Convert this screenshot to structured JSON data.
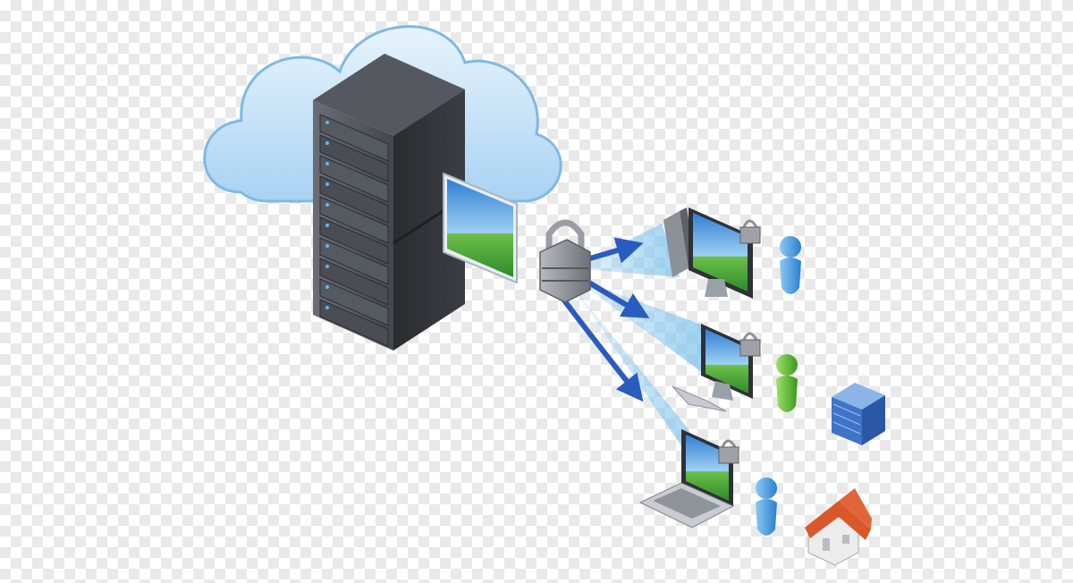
{
  "diagram": {
    "background": "transparent-checkerboard",
    "nodes": [
      {
        "id": "cloud",
        "icon": "cloud-icon"
      },
      {
        "id": "server",
        "icon": "server-rack-icon"
      },
      {
        "id": "virtual-desktop",
        "icon": "virtual-desktop-screen-icon"
      },
      {
        "id": "secure-gateway",
        "icon": "padlock-icon"
      },
      {
        "id": "thin-client",
        "icon": "monitor-thin-client-icon"
      },
      {
        "id": "desktop-pc",
        "icon": "desktop-monitor-keyboard-icon"
      },
      {
        "id": "laptop",
        "icon": "laptop-icon"
      },
      {
        "id": "user-1",
        "icon": "user-icon",
        "color": "#3a8fd6"
      },
      {
        "id": "user-2",
        "icon": "user-icon",
        "color": "#4caf2a"
      },
      {
        "id": "user-3",
        "icon": "user-icon",
        "color": "#3a8fd6"
      },
      {
        "id": "office",
        "icon": "office-building-icon"
      },
      {
        "id": "home",
        "icon": "house-icon"
      }
    ],
    "edges": [
      {
        "from": "secure-gateway",
        "to": "thin-client"
      },
      {
        "from": "secure-gateway",
        "to": "desktop-pc"
      },
      {
        "from": "secure-gateway",
        "to": "laptop"
      }
    ],
    "colors": {
      "cloud": "#bfe0f7",
      "cloud_outline": "#7fb9e4",
      "rack": "#3a3d42",
      "arrow": "#2a5bbf",
      "screen_sky": "#6fb0e6",
      "screen_grass": "#4fa63a",
      "lock": "#8d9096",
      "roof": "#d9582b",
      "building": "#3f74c7"
    }
  }
}
